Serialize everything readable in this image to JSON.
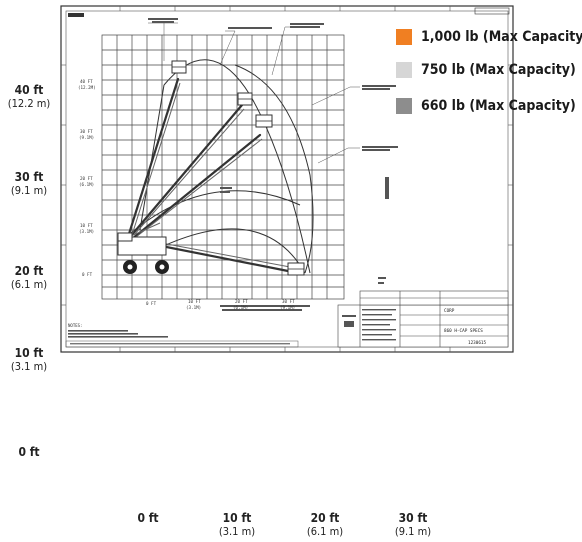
{
  "diagram": {
    "y_axis": [
      {
        "ft": "40 ft",
        "m": "(12.2 m)"
      },
      {
        "ft": "30 ft",
        "m": "(9.1 m)"
      },
      {
        "ft": "20 ft",
        "m": "(6.1 m)"
      },
      {
        "ft": "10 ft",
        "m": "(3.1 m)"
      },
      {
        "ft": "0 ft",
        "m": ""
      }
    ],
    "x_axis": [
      {
        "ft": "0 ft",
        "m": ""
      },
      {
        "ft": "10 ft",
        "m": "(3.1 m)"
      },
      {
        "ft": "20 ft",
        "m": "(6.1 m)"
      },
      {
        "ft": "30 ft",
        "m": "(9.1 m)"
      }
    ],
    "legend": [
      {
        "label": "1,000 lb (Max Capacity)",
        "color": "#f07f22"
      },
      {
        "label": "750 lb (Max Capacity)",
        "color": "#d6d6d6"
      },
      {
        "label": "660 lb (Max Capacity)",
        "color": "#8d8d8d"
      }
    ],
    "drawing": {
      "inner_y_ticks": [
        "40 FT",
        "(12.2M)",
        "30 FT",
        "(9.1M)",
        "20 FT",
        "(6.1M)",
        "10 FT",
        "(3.1M)",
        "0 FT"
      ],
      "inner_x_ticks": [
        "0 FT",
        "10 FT",
        "(3.1M)",
        "20 FT",
        "(6.1M)",
        "30 FT",
        "(9.1M)"
      ],
      "title_block_title": "860 H-CAP SPECS",
      "title_block_company": "CORP",
      "part_number": "1230615",
      "notes_heading": "NOTES:"
    }
  }
}
